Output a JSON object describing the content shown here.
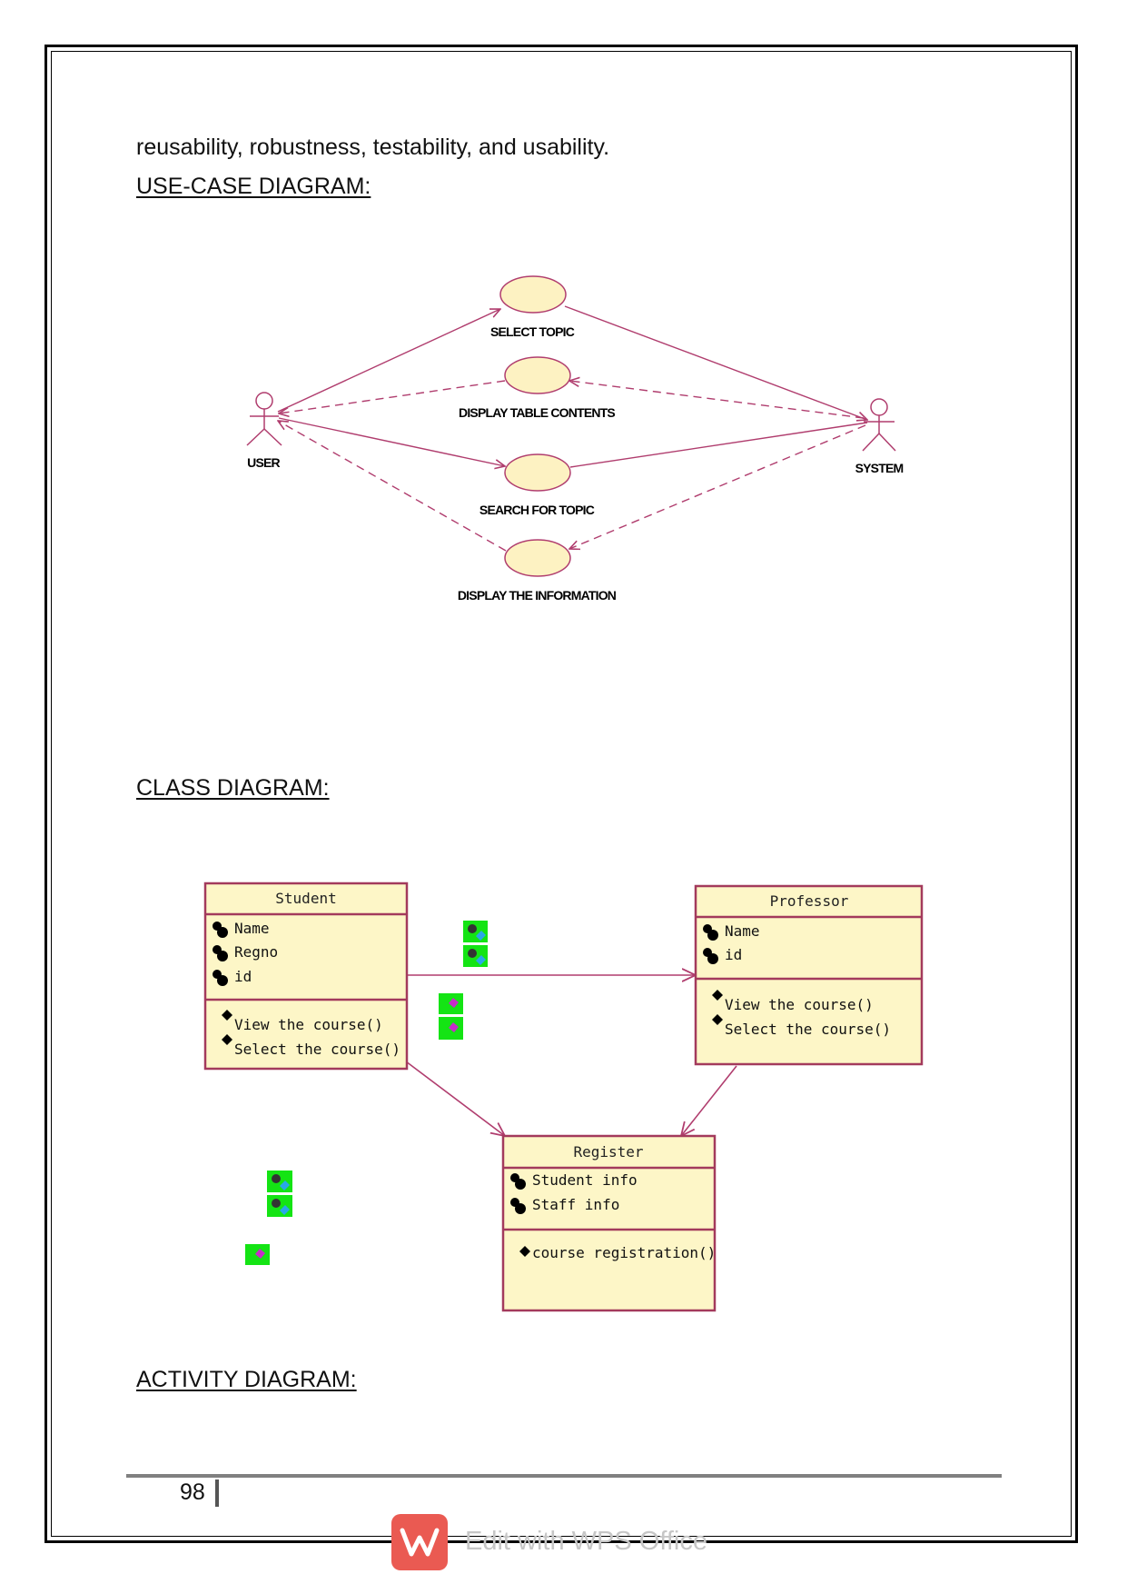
{
  "intro_text": "reusability, robustness, testability, and usability.",
  "headings": {
    "use_case": "USE-CASE DIAGRAM:",
    "class": "CLASS DIAGRAM:",
    "activity": "ACTIVITY DIAGRAM:"
  },
  "use_case_diagram": {
    "actors": {
      "user": "USER",
      "system": "SYSTEM"
    },
    "use_cases": [
      "SELECT TOPIC",
      "DISPLAY TABLE CONTENTS",
      "SEARCH FOR TOPIC",
      "DISPLAY THE INFORMATION"
    ]
  },
  "class_diagram": {
    "student": {
      "name": "Student",
      "attributes": [
        "Name",
        "Regno",
        "id"
      ],
      "operations": [
        "View the course()",
        "Select the course()"
      ]
    },
    "professor": {
      "name": "Professor",
      "attributes": [
        "Name",
        "id"
      ],
      "operations": [
        "View the course()",
        "Select the course()"
      ]
    },
    "register": {
      "name": "Register",
      "attributes": [
        "Student info",
        "Staff info"
      ],
      "operations": [
        "course registration()"
      ]
    }
  },
  "colors": {
    "uml_line": "#b03d6e",
    "class_fill": "#fdf6c7",
    "class_border": "#a33a5c",
    "usecase_fill": "#fdf2c2",
    "marker_green": "#14e414"
  },
  "footer": {
    "page_number": "98"
  },
  "watermark": {
    "text": "Edit with WPS Office"
  }
}
